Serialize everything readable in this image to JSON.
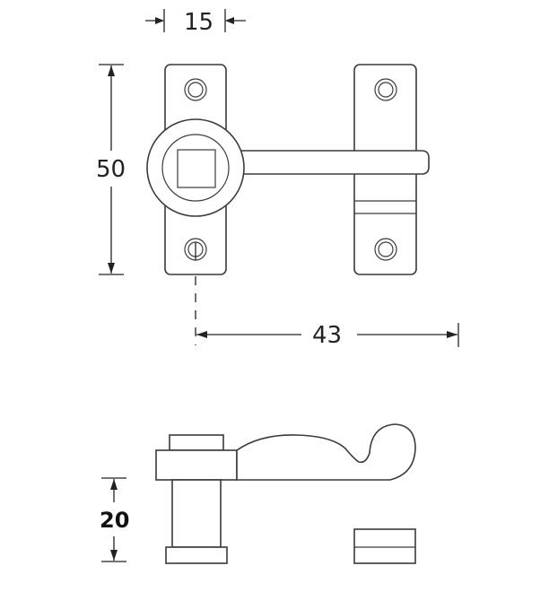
{
  "drawing": {
    "subject": "Latch hardware technical drawing",
    "views": [
      "front-view",
      "side-view"
    ],
    "colors": {
      "line": "#3a3a3a",
      "dimension": "#222222",
      "background": "#ffffff"
    }
  },
  "dimensions": {
    "plate_width": "15",
    "plate_height": "50",
    "center_distance": "43",
    "side_height": "20"
  }
}
